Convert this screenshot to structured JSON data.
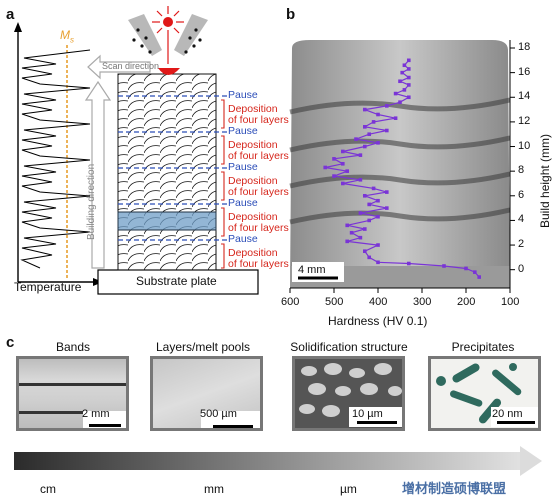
{
  "panels": {
    "a": "a",
    "b": "b",
    "c": "c"
  },
  "panel_a": {
    "ms_label": "M",
    "ms_sub": "s",
    "temperature_label": "Temperature",
    "scan_direction": "Scan direction",
    "building_direction": "Building direction",
    "substrate": "Substrate plate",
    "pause": "Pause",
    "deposition_line1": "Deposition",
    "deposition_line2": "of four layers"
  },
  "panel_b": {
    "scale": "4 mm",
    "xlabel": "Hardness (HV 0.1)",
    "ylabel": "Build height (mm)",
    "x_ticks": [
      "600",
      "500",
      "400",
      "300",
      "200",
      "100"
    ],
    "y_ticks": [
      "18",
      "16",
      "14",
      "12",
      "10",
      "8",
      "6",
      "4",
      "2",
      "0"
    ]
  },
  "panel_c": {
    "items": [
      {
        "title": "Bands",
        "scale": "2 mm"
      },
      {
        "title": "Layers/melt pools",
        "scale": "500 µm"
      },
      {
        "title": "Solidification structure",
        "scale": "10 µm"
      },
      {
        "title": "Precipitates",
        "scale": "20 nm"
      }
    ],
    "scale_labels": [
      "cm",
      "mm",
      "µm"
    ],
    "watermark": "增材制造硕博联盟"
  },
  "chart_data": {
    "type": "line",
    "xlabel": "Hardness (HV 0.1)",
    "ylabel": "Build height (mm)",
    "xlim": [
      600,
      100
    ],
    "ylim": [
      -1,
      18
    ],
    "series": [
      {
        "points": [
          [
            170,
            -0.6
          ],
          [
            180,
            -0.2
          ],
          [
            200,
            0.1
          ],
          [
            250,
            0.3
          ],
          [
            330,
            0.5
          ],
          [
            400,
            0.6
          ],
          [
            420,
            1.0
          ],
          [
            430,
            1.5
          ],
          [
            400,
            2.0
          ],
          [
            470,
            2.3
          ],
          [
            440,
            2.6
          ],
          [
            460,
            3.0
          ],
          [
            430,
            3.3
          ],
          [
            470,
            3.6
          ],
          [
            420,
            4.0
          ],
          [
            400,
            4.3
          ],
          [
            440,
            4.6
          ],
          [
            380,
            5.0
          ],
          [
            420,
            5.3
          ],
          [
            400,
            5.6
          ],
          [
            430,
            6.0
          ],
          [
            380,
            6.3
          ],
          [
            410,
            6.6
          ],
          [
            480,
            7.0
          ],
          [
            440,
            7.3
          ],
          [
            500,
            7.6
          ],
          [
            470,
            8.0
          ],
          [
            520,
            8.3
          ],
          [
            480,
            8.6
          ],
          [
            500,
            9.0
          ],
          [
            440,
            9.3
          ],
          [
            480,
            9.6
          ],
          [
            430,
            10.0
          ],
          [
            400,
            10.3
          ],
          [
            450,
            10.6
          ],
          [
            420,
            11.0
          ],
          [
            380,
            11.3
          ],
          [
            430,
            11.6
          ],
          [
            410,
            12.0
          ],
          [
            360,
            12.3
          ],
          [
            400,
            12.6
          ],
          [
            430,
            13.0
          ],
          [
            380,
            13.3
          ],
          [
            350,
            13.6
          ],
          [
            330,
            14.0
          ],
          [
            360,
            14.3
          ],
          [
            340,
            14.6
          ],
          [
            330,
            15.0
          ],
          [
            350,
            15.3
          ],
          [
            330,
            15.6
          ],
          [
            345,
            16.0
          ],
          [
            330,
            16.3
          ],
          [
            340,
            16.6
          ],
          [
            330,
            17.0
          ]
        ]
      }
    ]
  }
}
